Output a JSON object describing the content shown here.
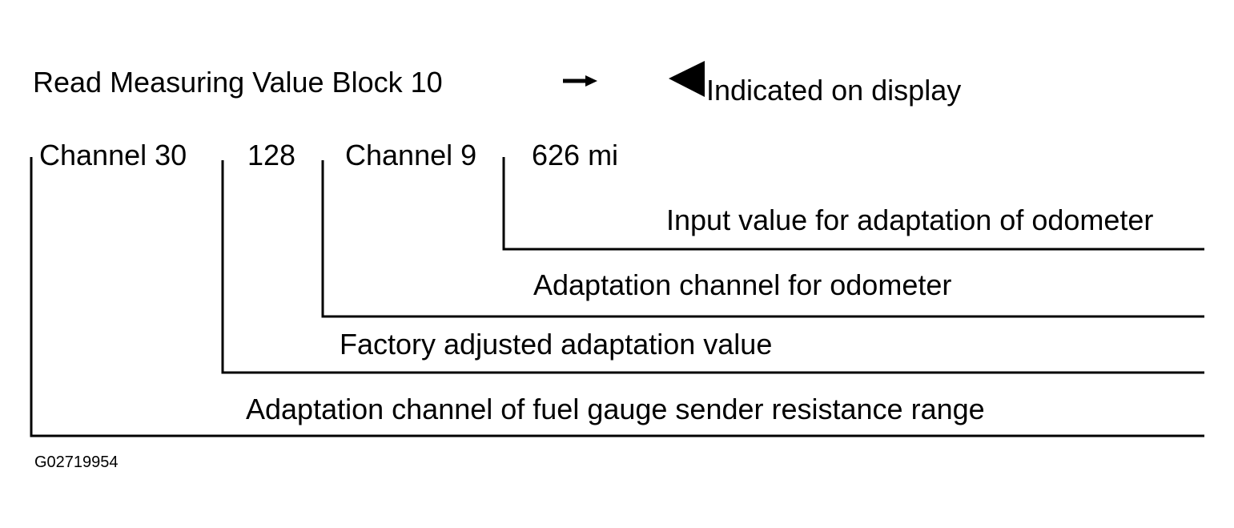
{
  "header": {
    "instruction": "Read Measuring Value Block 10",
    "arrow_icon": "right-arrow",
    "display_icon": "left-triangle-pointer",
    "display_label": "Indicated on display"
  },
  "display": {
    "field1": "Channel 30",
    "field2": "128",
    "field3": "Channel 9",
    "field4": "626 mi"
  },
  "callouts": {
    "odometer_input": "Input value for adaptation of odometer",
    "odometer_channel": "Adaptation channel for odometer",
    "factory_value": "Factory adjusted adaptation value",
    "fuel_gauge_channel": "Adaptation channel of fuel gauge sender resistance range"
  },
  "figure_id": "G02719954"
}
